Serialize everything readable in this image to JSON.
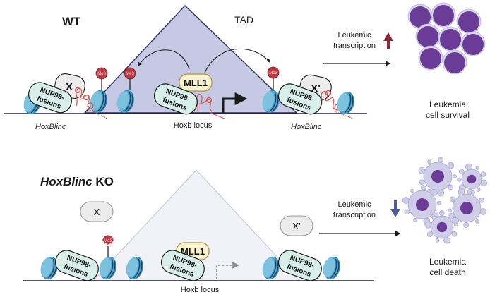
{
  "colors": {
    "tad_wt_fill": "#c5c9e3",
    "tad_wt_stroke": "#2e3160",
    "tad_ko_fill": "#f1f2f8",
    "tad_ko_stroke": "#c9cbd6",
    "nucleosome": "#4aa3c8",
    "nup98_fill": "#d8efe9",
    "mll1_fill": "#faf1cf",
    "mll1_stroke": "#a89447",
    "x_fill": "#ececec",
    "me3": "#b8393f",
    "rna": "#d9534f",
    "arrow_up": "#8b2c32",
    "arrow_down": "#4a5c9a",
    "cell_fill": "#6a3c97",
    "cell_membrane": "#d9d6ec",
    "dead_cell_fill": "#cfcde8"
  },
  "wt_panel": {
    "title": "WT",
    "tad_label": "TAD",
    "proteins": {
      "x_left": "X",
      "x_right": "X'",
      "mll1": "MLL1",
      "nup98_line1": "NUP98-",
      "nup98_line2": "fusions"
    },
    "me3_label": "Me3",
    "locus_labels": {
      "left": "HoxBlinc",
      "center": "Hoxb locus",
      "right": "HoxBlinc"
    },
    "outcome_arrow": {
      "line1": "Leukemic",
      "line2": "transcription",
      "direction": "up"
    },
    "result": {
      "line1": "Leukemia",
      "line2": "cell survival"
    }
  },
  "ko_panel": {
    "title_italic": "HoxBlinc",
    "title_rest": " KO",
    "proteins": {
      "x_left": "X",
      "x_right": "X'",
      "mll1": "MLL1",
      "nup98_line1": "NUP98-",
      "nup98_line2": "fusions"
    },
    "me3_label": "Me3",
    "locus_labels": {
      "center": "Hoxb locus"
    },
    "outcome_arrow": {
      "line1": "Leukemic",
      "line2": "transcription",
      "direction": "down"
    },
    "result": {
      "line1": "Leukemia",
      "line2": "cell death"
    }
  }
}
